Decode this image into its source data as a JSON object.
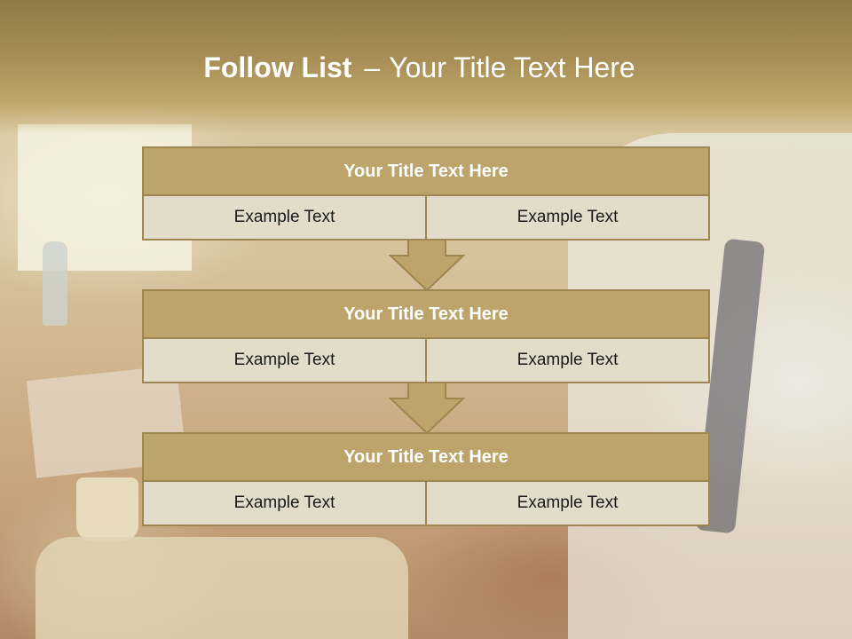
{
  "slide": {
    "title_bold": "Follow List",
    "title_dash": "–",
    "title_rest": "Your Title Text Here",
    "accent_color": "#bca46a",
    "cell_color": "#e3dccb",
    "blocks": [
      {
        "heading": "Your Title Text Here",
        "cells": [
          "Example Text",
          "Example Text"
        ]
      },
      {
        "heading": "Your Title Text Here",
        "cells": [
          "Example Text",
          "Example Text"
        ]
      },
      {
        "heading": "Your Title Text Here",
        "cells": [
          "Example Text",
          "Example Text"
        ]
      }
    ],
    "connector_icon": "arrow-down-icon"
  }
}
